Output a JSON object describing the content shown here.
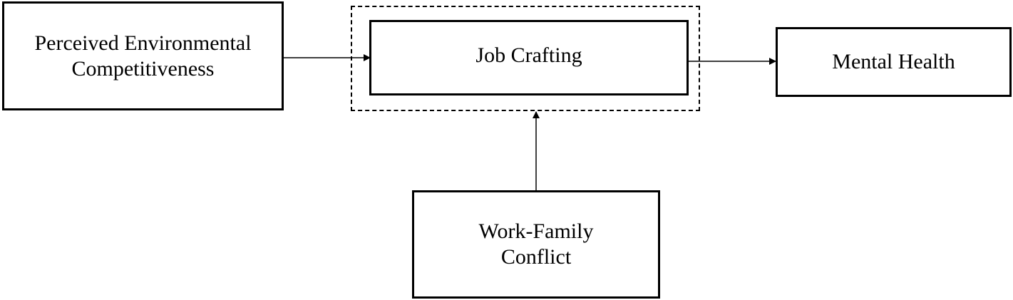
{
  "diagram": {
    "nodes": {
      "perceived_environmental_competitiveness": "Perceived Environmental\nCompetitiveness",
      "job_crafting": "Job Crafting",
      "mental_health": "Mental Health",
      "work_family_conflict": "Work-Family\nConflict"
    },
    "edges": [
      {
        "from": "Perceived Environmental Competitiveness",
        "to": "Job Crafting"
      },
      {
        "from": "Job Crafting",
        "to": "Mental Health"
      },
      {
        "from": "Work-Family Conflict",
        "to": "Job Crafting"
      }
    ]
  }
}
